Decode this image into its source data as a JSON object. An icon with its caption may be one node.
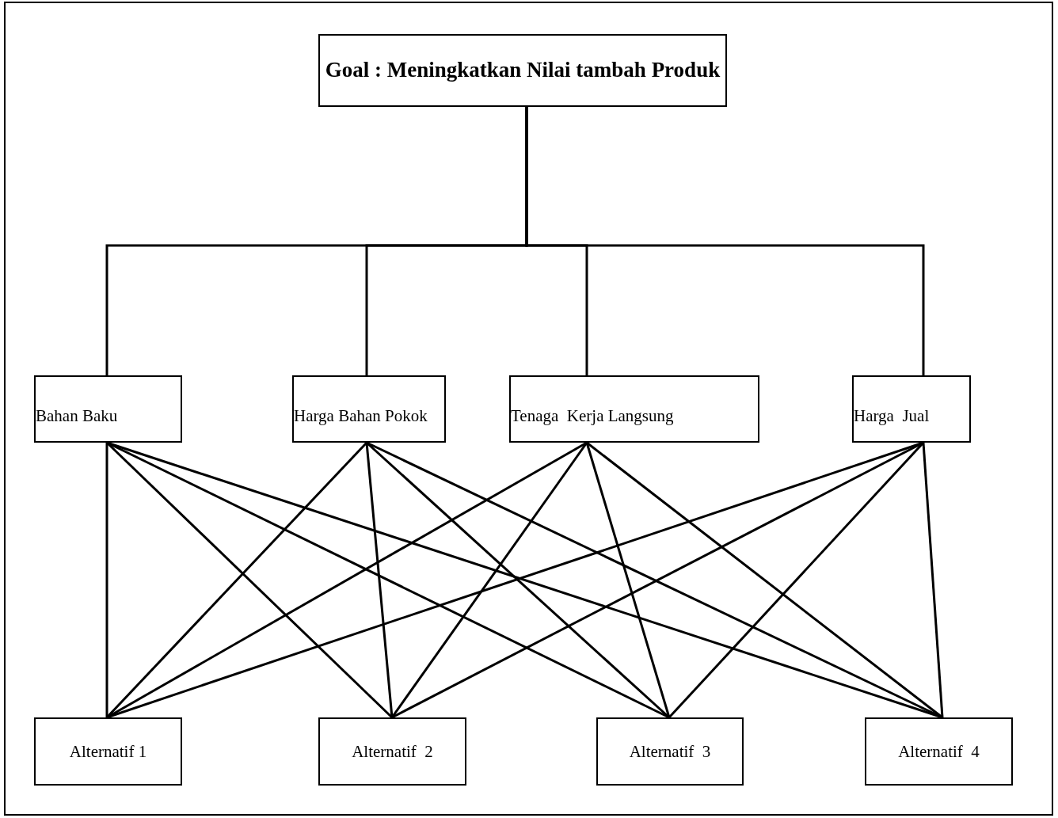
{
  "diagram": {
    "nodes": [
      {
        "text": [
          "Goal : Meningkatkan Nilai tambah Produk"
        ]
      },
      {
        "text": [
          "Bahan Baku"
        ]
      },
      {
        "text": [
          "Harga Bahan Pokok"
        ]
      },
      {
        "text": [
          "Tenaga  Kerja Langsung"
        ]
      },
      {
        "text": [
          "Harga  Jual"
        ]
      },
      {
        "text": [
          "Alternatif 1"
        ]
      },
      {
        "text": [
          "Alternatif  2"
        ]
      },
      {
        "text": [
          "Alternatif  3"
        ]
      },
      {
        "text": [
          "Alternatif  4"
        ]
      }
    ],
    "edges": [
      {
        "from": 0,
        "to": 1,
        "arrow": "none"
      },
      {
        "from": 0,
        "to": 2,
        "arrow": "none"
      },
      {
        "from": 0,
        "to": 3,
        "arrow": "none"
      },
      {
        "from": 0,
        "to": 4,
        "arrow": "none"
      },
      {
        "from": 1,
        "to": 5,
        "arrow": "none"
      },
      {
        "from": 1,
        "to": 6,
        "arrow": "none"
      },
      {
        "from": 1,
        "to": 7,
        "arrow": "none"
      },
      {
        "from": 1,
        "to": 8,
        "arrow": "none"
      },
      {
        "from": 2,
        "to": 5,
        "arrow": "none"
      },
      {
        "from": 2,
        "to": 6,
        "arrow": "none"
      },
      {
        "from": 2,
        "to": 7,
        "arrow": "none"
      },
      {
        "from": 2,
        "to": 8,
        "arrow": "none"
      },
      {
        "from": 3,
        "to": 5,
        "arrow": "none"
      },
      {
        "from": 3,
        "to": 6,
        "arrow": "none"
      },
      {
        "from": 3,
        "to": 7,
        "arrow": "none"
      },
      {
        "from": 3,
        "to": 8,
        "arrow": "none"
      },
      {
        "from": 4,
        "to": 5,
        "arrow": "none"
      },
      {
        "from": 4,
        "to": 6,
        "arrow": "none"
      },
      {
        "from": 4,
        "to": 7,
        "arrow": "none"
      },
      {
        "from": 4,
        "to": 8,
        "arrow": "none"
      }
    ]
  }
}
